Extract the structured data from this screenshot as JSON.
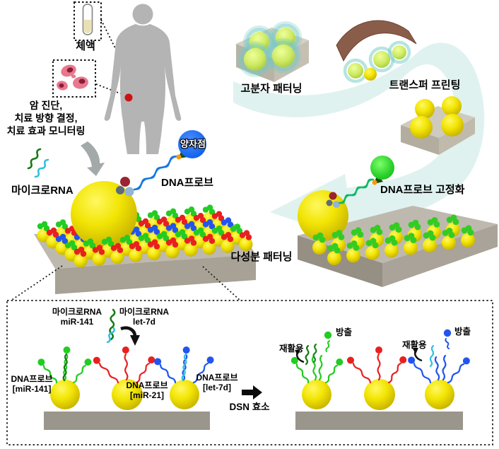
{
  "labels": {
    "body_fluid": "체액",
    "diagnosis_line1": "암 진단,",
    "diagnosis_line2": "치료 방향 결정,",
    "diagnosis_line3": "치료 효과 모니터링",
    "microrna": "마이크로RNA",
    "quantum_dot": "양자점",
    "dna_probe": "DNA프로브",
    "polymer_patterning": "고분자 패터닝",
    "transfer_printing": "트랜스퍼 프린팅",
    "probe_immobilization": "DNA프로브 고정화",
    "multicomponent_patterning": "다성분 패터닝"
  },
  "inset": {
    "microrna_141_line1": "마이크로RNA",
    "microrna_141_line2": "miR-141",
    "microrna_let7d_line1": "마이크로RNA",
    "microrna_let7d_line2": "let-7d",
    "probe_mir141_line1": "DNA프로브",
    "probe_mir141_line2": "[miR-141]",
    "probe_mir21_line1": "DNA프로브",
    "probe_mir21_line2": "[miR-21]",
    "probe_let7d_line1": "DNA프로브",
    "probe_let7d_line2": "[let-7d]",
    "dsn_enzyme": "DSN 효소",
    "recycle_left": "재활용",
    "recycle_right": "재활용",
    "release_left": "방출",
    "release_right": "방출"
  },
  "icons": [
    "test-tube-icon",
    "cancer-cells-icon",
    "body-silhouette",
    "tumor-dot-icon",
    "down-arrow-icon",
    "microrna-squiggle-icon",
    "quantum-dot-icon",
    "dna-probe-squiggle-icon",
    "flow-cycle-arrow-icon",
    "transfer-stamp-icon",
    "fluorophore-icon",
    "dsn-arrow-icon",
    "recycle-arrow-icon",
    "magnifier-dotted-line"
  ],
  "colors": {
    "quantum_dot_blue": "#1467ee",
    "fluorophore_green": "#2ed32e",
    "probe_green": "#22cc22",
    "probe_green_dark": "#147a14",
    "probe_red": "#e82020",
    "probe_blue": "#2255ee",
    "probe_cyan": "#2fc0e0",
    "nanoparticle_yellow": "#f0e000",
    "platform_gray": "#beb9af",
    "inset_bar_gray": "#9b968c",
    "stamp_brown": "#8a5d4a",
    "flow_arrow_cyan": "#d9f0ed",
    "tumor_red": "#cc1111",
    "body_gray": "#b4b4b4",
    "cancer_pink": "#e8788e",
    "cancer_nucleus": "#8c1b38"
  }
}
